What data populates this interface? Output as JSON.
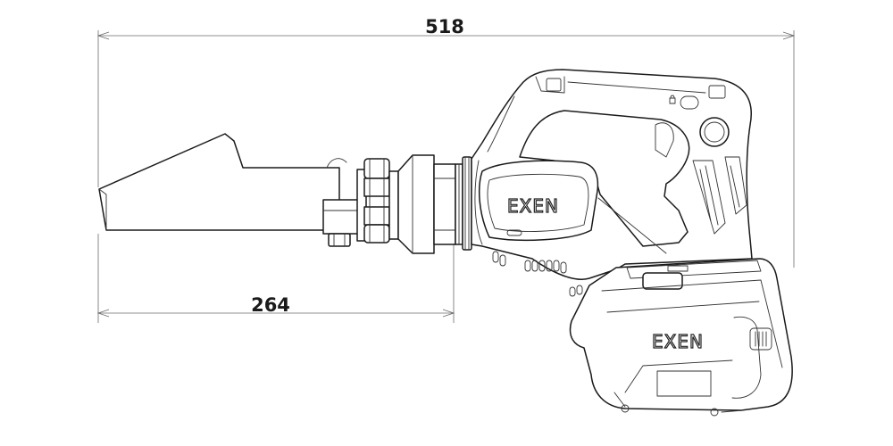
{
  "dimensions": {
    "overall_length": "518",
    "nozzle_length": "264"
  },
  "brand": {
    "body_logo": "EXEN",
    "battery_logo": "EXEN"
  }
}
